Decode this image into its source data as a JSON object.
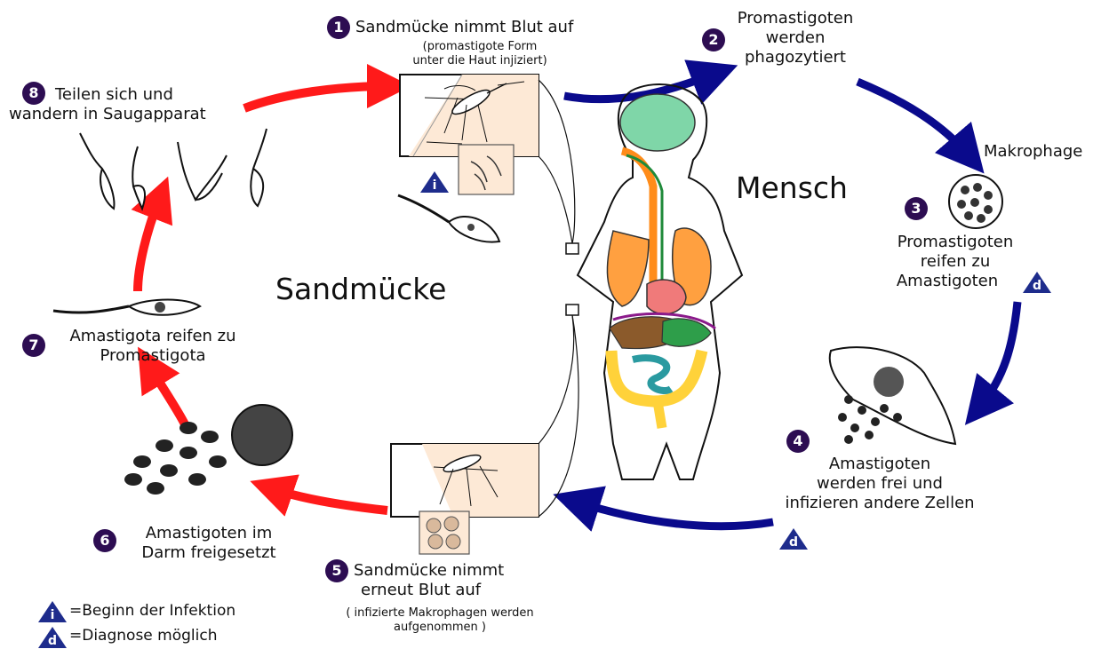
{
  "regions": {
    "human": "Mensch",
    "sandfly": "Sandmücke"
  },
  "steps": [
    {
      "num": "1",
      "text": "Sandmücke nimmt Blut auf",
      "sub1": "(promastigote Form",
      "sub2": "unter die Haut injiziert)"
    },
    {
      "num": "2",
      "line1": "Promastigoten",
      "line2": "werden",
      "line3": "phagozytiert"
    },
    {
      "num": "3",
      "line1": "Promastigoten",
      "line2": "reifen zu",
      "line3": "Amastigoten"
    },
    {
      "num": "4",
      "line1": "Amastigoten",
      "line2": "werden frei und",
      "line3": "infizieren andere Zellen"
    },
    {
      "num": "5",
      "line1": "Sandmücke nimmt",
      "line2": "erneut Blut auf",
      "sub1": "( infizierte Makrophagen werden",
      "sub2": "aufgenommen )"
    },
    {
      "num": "6",
      "line1": "Amastigoten im",
      "line2": "Darm freigesetzt"
    },
    {
      "num": "7",
      "line1": "Amastigota reifen zu",
      "line2": "Promastigota"
    },
    {
      "num": "8",
      "line1": "Teilen sich und",
      "line2": "wandern in Saugapparat"
    }
  ],
  "macrophage_label": "Makrophage",
  "markers": {
    "infection": "i",
    "diagnosis": "d"
  },
  "legend": [
    {
      "symbol": "i",
      "text": "=Beginn der Infektion"
    },
    {
      "symbol": "d",
      "text": "=Diagnose möglich"
    }
  ],
  "colors": {
    "human_arrow": "#0a0a8c",
    "sandfly_arrow": "#ff1a1a",
    "marker": "#1e2c8c",
    "number_badge": "#2d0d52"
  }
}
